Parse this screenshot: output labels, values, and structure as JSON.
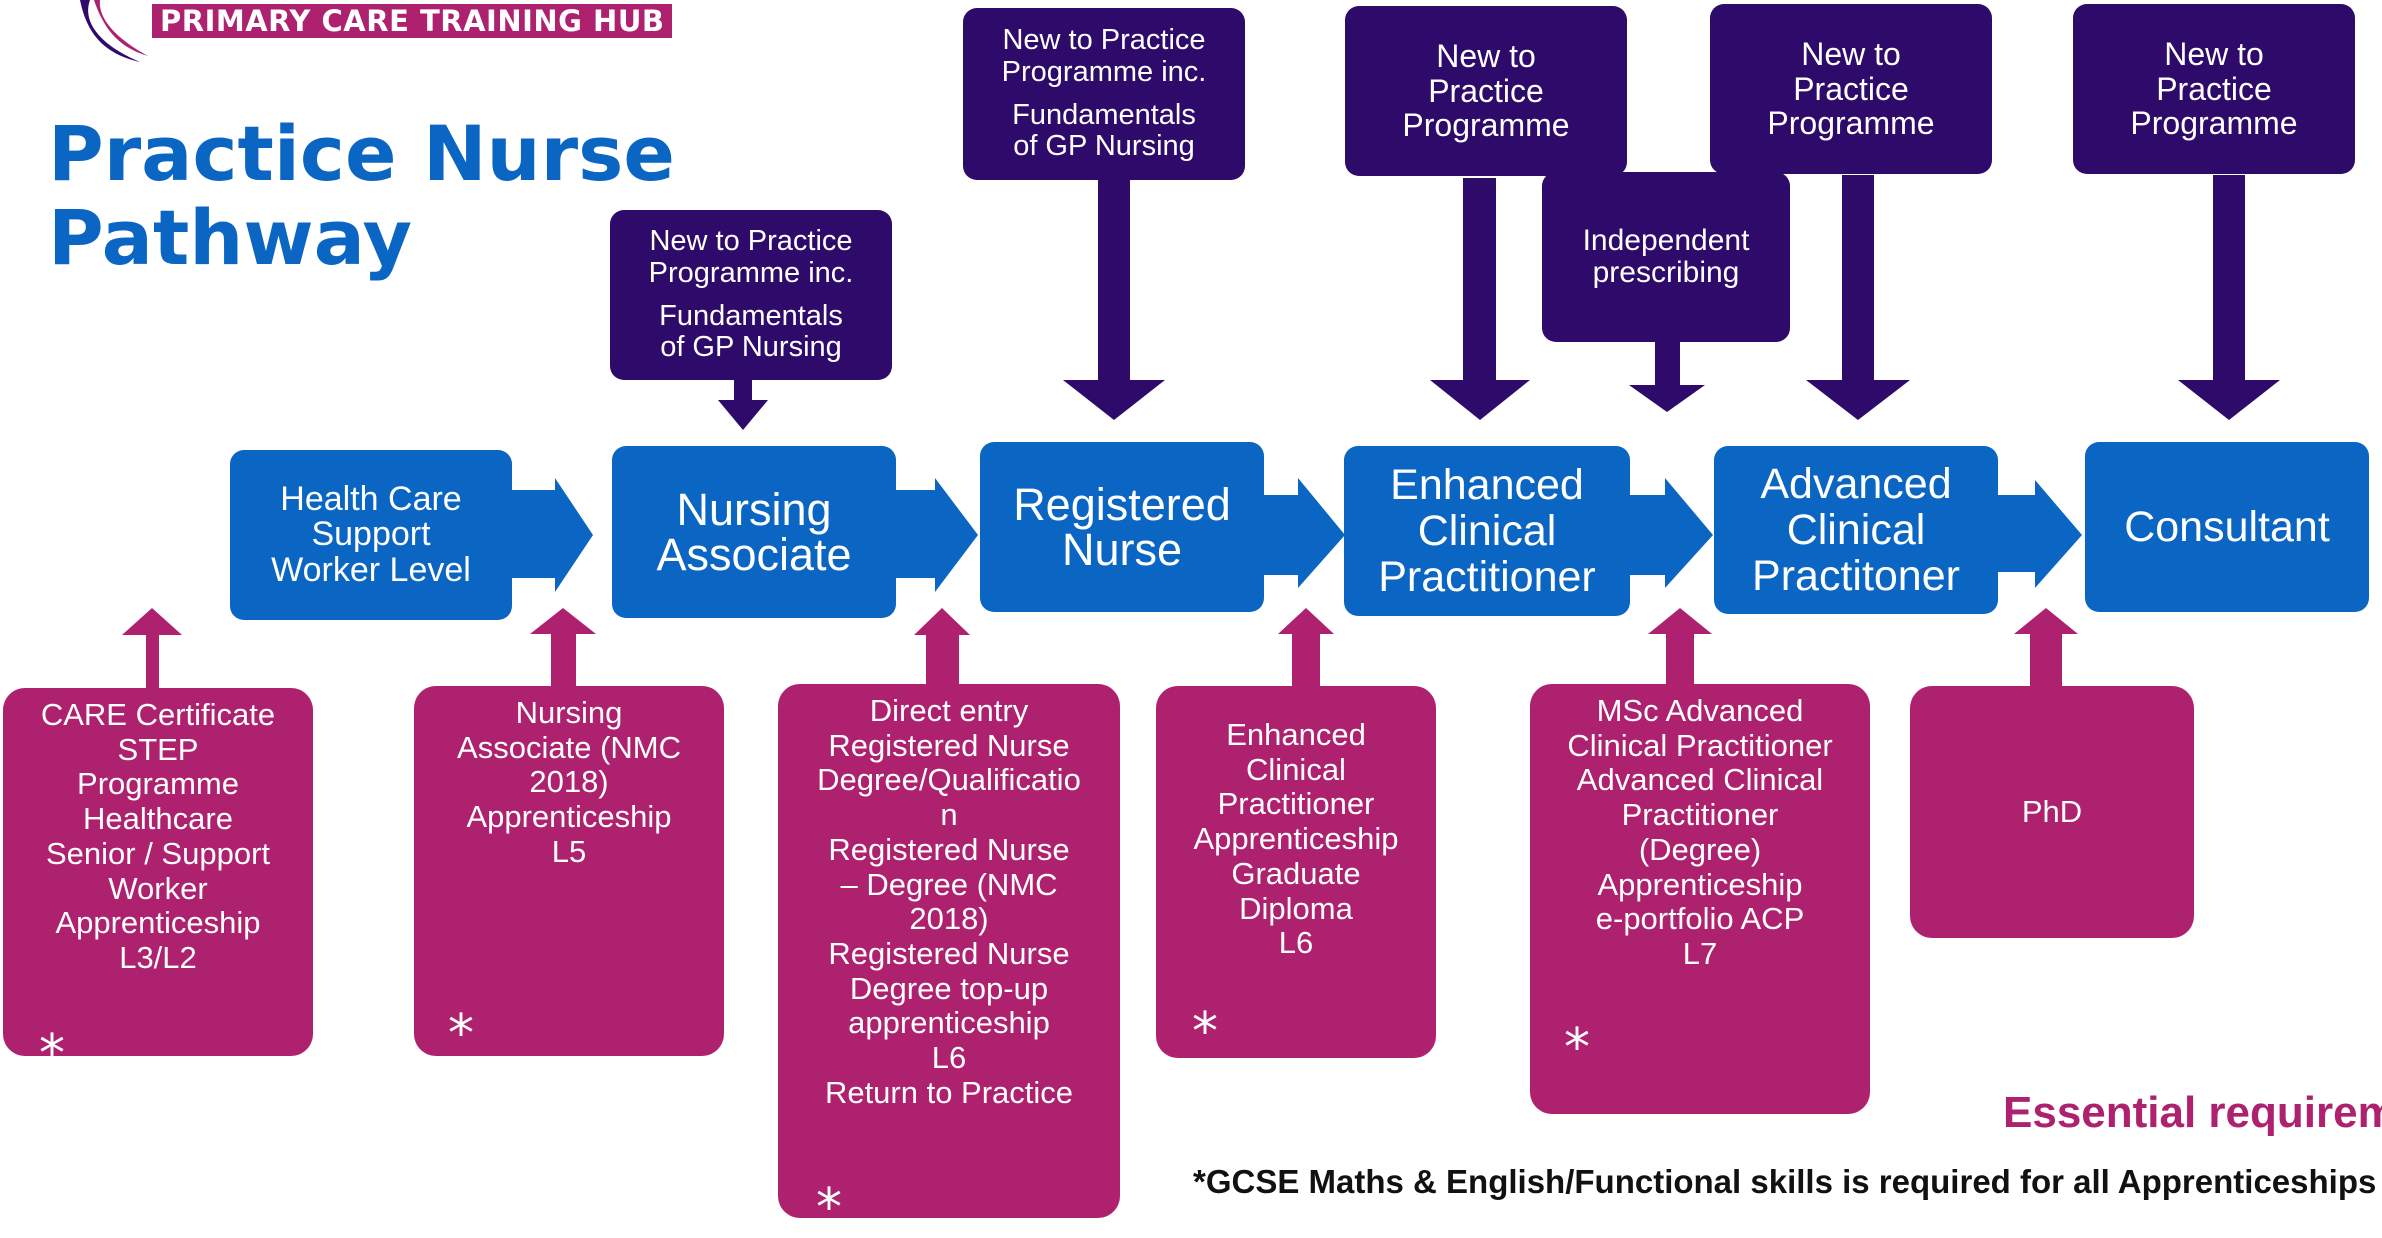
{
  "logo": {
    "text": "PRIMARY CARE TRAINING HUB"
  },
  "title": {
    "line1": "Practice Nurse",
    "line2": "Pathway"
  },
  "stages": [
    {
      "label": [
        "Health Care",
        "Support",
        "Worker Level"
      ]
    },
    {
      "label": [
        "Nursing",
        "Associate"
      ]
    },
    {
      "label": [
        "Registered",
        "Nurse"
      ]
    },
    {
      "label": [
        "Enhanced",
        "Clinical",
        "Practitioner"
      ]
    },
    {
      "label": [
        "Advanced",
        "Clinical",
        "Practitoner"
      ]
    },
    {
      "label": [
        "Consultant"
      ]
    }
  ],
  "programmes": [
    {
      "lines": [
        "New to Practice",
        "Programme inc."
      ],
      "lines2": [
        "Fundamentals",
        "of GP Nursing"
      ]
    },
    {
      "lines": [
        "New to Practice",
        "Programme inc."
      ],
      "lines2": [
        "Fundamentals",
        "of GP Nursing"
      ]
    },
    {
      "lines": [
        "New to",
        "Practice",
        "Programme"
      ]
    },
    {
      "lines": [
        "Independent",
        "prescribing"
      ]
    },
    {
      "lines": [
        "New to",
        "Practice",
        "Programme"
      ]
    },
    {
      "lines": [
        "New to",
        "Practice",
        "Programme"
      ]
    }
  ],
  "requirements": [
    {
      "items": [
        [
          "CARE Certificate"
        ],
        [
          "STEP",
          "Programme"
        ],
        [
          "Healthcare",
          "Senior / Support",
          "Worker",
          "Apprenticeship"
        ],
        [
          "L3/L2"
        ]
      ],
      "star": "*"
    },
    {
      "items": [
        [
          "Nursing",
          "Associate (NMC",
          "2018)",
          "Apprenticeship"
        ],
        [
          "L5"
        ]
      ],
      "star": "*"
    },
    {
      "items": [
        [
          "Direct entry",
          "Registered Nurse",
          "Degree/Qualificatio",
          "n"
        ],
        [
          "Registered Nurse",
          "– Degree (NMC",
          "2018)"
        ],
        [
          "Registered Nurse",
          "Degree top-up",
          "apprenticeship"
        ],
        [
          "L6"
        ],
        [
          "Return to Practice"
        ]
      ],
      "star": "*"
    },
    {
      "items": [
        [
          "Enhanced",
          "Clinical",
          "Practitioner",
          "Apprenticeship"
        ],
        [
          "Graduate",
          "Diploma"
        ],
        [
          "L6"
        ]
      ],
      "star": "*"
    },
    {
      "items": [
        [
          "MSc Advanced",
          "Clinical Practitioner"
        ],
        [
          "Advanced Clinical",
          "Practitioner",
          "(Degree)",
          "Apprenticeship"
        ],
        [
          "e-portfolio ACP"
        ],
        [
          "L7"
        ]
      ],
      "star": "*"
    },
    {
      "items": [
        [
          "PhD"
        ]
      ],
      "star": ""
    }
  ],
  "footer": {
    "essential": "Essential requirements",
    "gcse": "*GCSE Maths & English/Functional skills is required for all Apprenticeships"
  },
  "colors": {
    "stage": "#0b66c3",
    "programme": "#2e0a6a",
    "requirement": "#ae216e"
  }
}
